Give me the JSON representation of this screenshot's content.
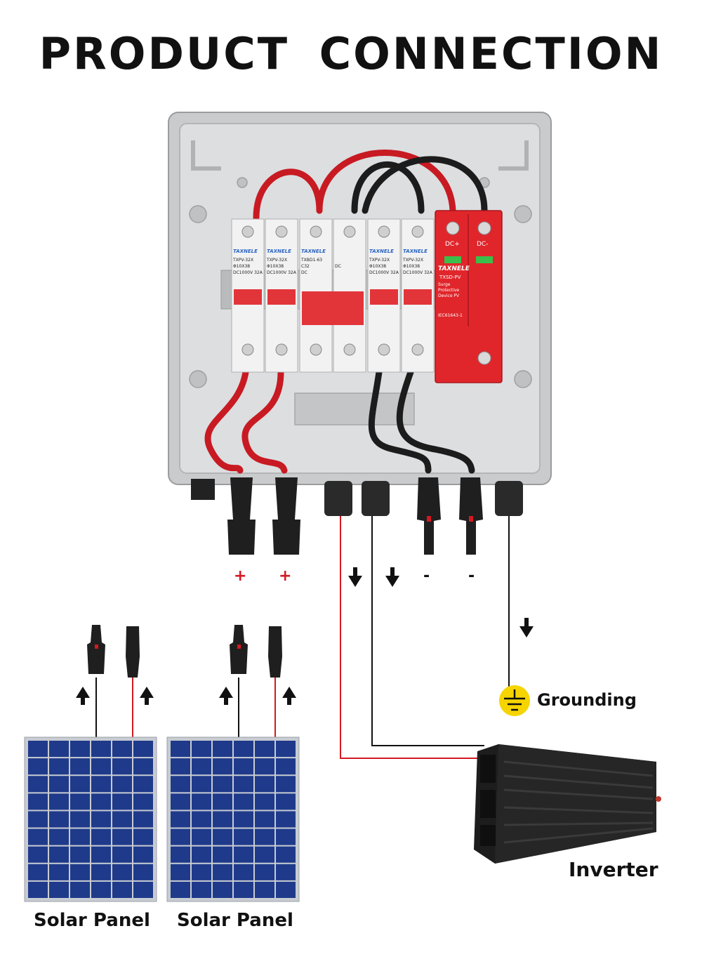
{
  "title": "PRODUCT  CONNECTION",
  "box": {
    "breakers": [
      {
        "brand": "TAXNELE",
        "model": "TXPV-32X",
        "rating1": "Φ10X38",
        "rating2": "DC1000V  32A"
      },
      {
        "brand": "TAXNELE",
        "model": "TXPV-32X",
        "rating1": "Φ10X38",
        "rating2": "DC1000V  32A"
      },
      {
        "brand": "TAXNELE",
        "model": "TXBD1-63",
        "rating1": "C32",
        "rating2": "DC"
      },
      {
        "brand": "",
        "model": "",
        "rating1": "DC",
        "rating2": ""
      },
      {
        "brand": "TAXNELE",
        "model": "TXPV-32X",
        "rating1": "Φ10X38",
        "rating2": "DC1000V  32A"
      },
      {
        "brand": "TAXNELE",
        "model": "TXPV-32X",
        "rating1": "Φ10X38",
        "rating2": "DC1000V  32A"
      }
    ],
    "spd": {
      "brand": "TAXNELE",
      "model": "TXSD-PV",
      "pos_label": "DC+",
      "neg_label": "DC-",
      "desc": "Surge Protective Device PV",
      "std": "IEC61643-1"
    }
  },
  "terminal_marks": [
    "+",
    "+",
    "-",
    "-"
  ],
  "labels": {
    "grounding": "Grounding",
    "inverter": "Inverter",
    "panel_1": "Solar Panel",
    "panel_2": "Solar Panel"
  },
  "colors": {
    "red_wire": "#d41920",
    "spd_red": "#e0262b",
    "ground_yellow": "#f5d400",
    "panel_cell": "#1f3a8a",
    "enclosure": "#d6d8da"
  }
}
